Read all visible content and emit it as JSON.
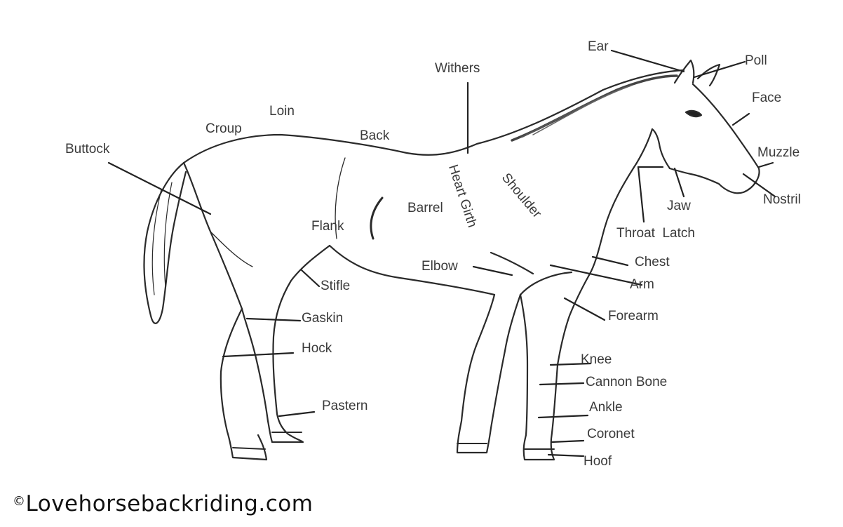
{
  "diagram": {
    "labels": {
      "ear": "Ear",
      "poll": "Poll",
      "withers": "Withers",
      "face": "Face",
      "loin": "Loin",
      "croup": "Croup",
      "back": "Back",
      "buttock": "Buttock",
      "muzzle": "Muzzle",
      "heart_girth": "Heart Girth",
      "shoulder": "Shoulder",
      "jaw": "Jaw",
      "nostril": "Nostril",
      "barrel": "Barrel",
      "flank": "Flank",
      "throat_latch": "Throat  Latch",
      "chest": "Chest",
      "elbow": "Elbow",
      "arm": "Arm",
      "stifle": "Stifle",
      "forearm": "Forearm",
      "gaskin": "Gaskin",
      "hock": "Hock",
      "knee": "Knee",
      "cannon_bone": "Cannon Bone",
      "pastern": "Pastern",
      "ankle": "Ankle",
      "coronet": "Coronet",
      "hoof": "Hoof"
    },
    "copyright_symbol": "©",
    "copyright_text": "Lovehorsebackriding.com"
  }
}
